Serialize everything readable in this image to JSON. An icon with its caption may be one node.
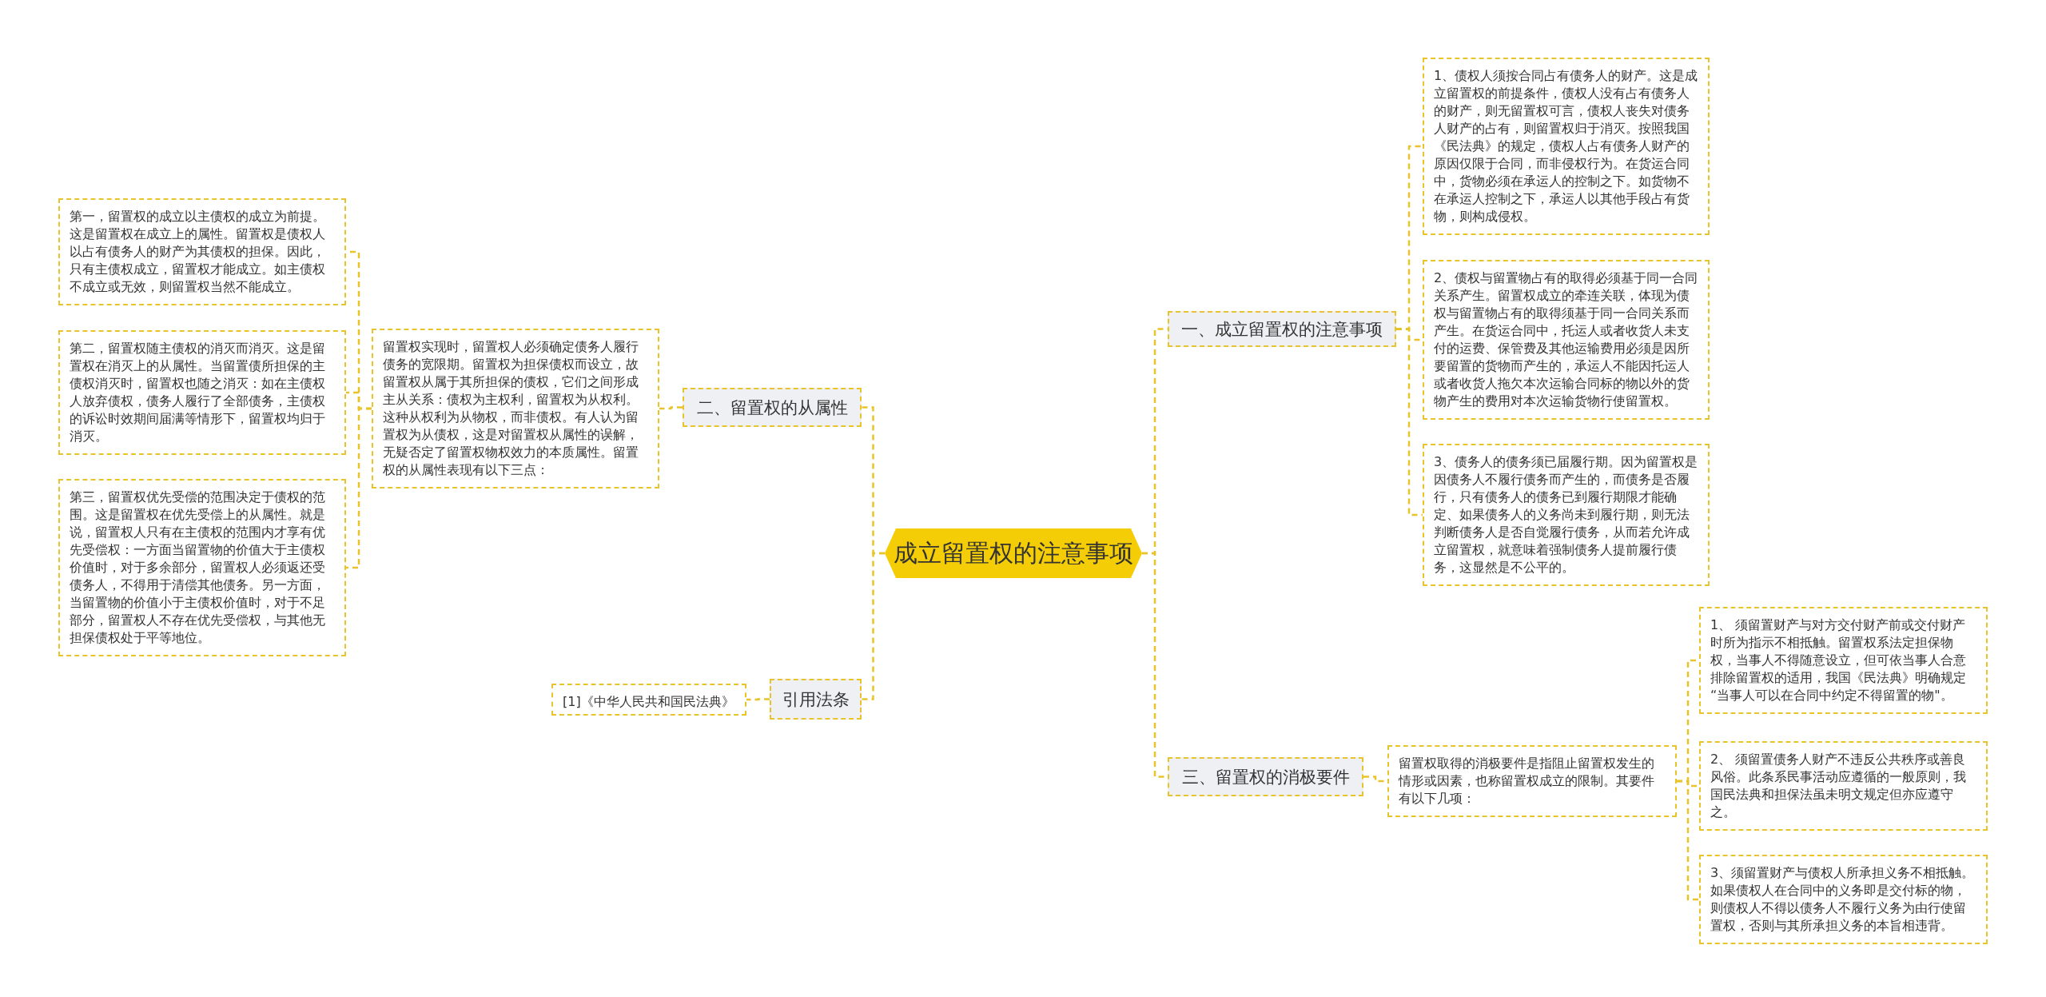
{
  "diagram": {
    "nodes": [
      {
        "text": [
          "成立留置权的注意事项"
        ]
      },
      {
        "text": [
          "二、留置权的从属性"
        ]
      },
      {
        "text": [
          "留置权实现时，留置权人必须确定债务人履行债务的宽限期。留置权为担保债权而设立，故留置权从属于其所担保的债权，它们之间形成主从关系：债权为主权利，留置权为从权利。这种从权利为从物权，而非债权。有人认为留置权为从债权，这是对留置权从属性的误解，无疑否定了留置权物权效力的本质属性。留置权的从属性表现有以下三点："
        ]
      },
      {
        "text": [
          "第一，留置权的成立以主债权的成立为前提。这是留置权在成立上的属性。留置权是债权人以占有债务人的财产为其债权的担保。因此，只有主债权成立，留置权才能成立。如主债权不成立或无效，则留置权当然不能成立。"
        ]
      },
      {
        "text": [
          "第二，留置权随主债权的消灭而消灭。这是留置权在消灭上的从属性。当留置债所担保的主债权消灭时，留置权也随之消灭：如在主债权人放弃债权，债务人履行了全部债务，主债权的诉讼时效期间届满等情形下，留置权均归于消灭。"
        ]
      },
      {
        "text": [
          "第三，留置权优先受偿的范围决定于债权的范围。这是留置权在优先受偿上的从属性。就是说，留置权人只有在主债权的范围内才享有优先受偿权：一方面当留置物的价值大于主债权价值时，对于多余部分，留置权人必须返还受债务人，不得用于清偿其他债务。另一方面，当留置物的价值小于主债权价值时，对于不足部分，留置权人不存在优先受偿权，与其他无担保债权处于平等地位。"
        ]
      },
      {
        "text": [
          "引用法条"
        ]
      },
      {
        "text": [
          "[1]《中华人民共和国民法典》"
        ]
      },
      {
        "text": [
          "一、成立留置权的注意事项"
        ]
      },
      {
        "text": [
          "1、债权人须按合同占有债务人的财产。这是成立留置权的前提条件，债权人没有占有债务人的财产，则无留置权可言，债权人丧失对债务人财产的占有，则留置权归于消灭。按照我国《民法典》的规定，债权人占有债务人财产的原因仅限于合同，而非侵权行为。在货运合同中，货物必须在承运人的控制之下。如货物不在承运人控制之下，承运人以其他手段占有货物，则构成侵权。"
        ]
      },
      {
        "text": [
          "2、债权与留置物占有的取得必须基于同一合同关系产生。留置权成立的牵连关联，体现为债权与留置物占有的取得须基于同一合同关系而产生。在货运合同中，托运人或者收货人未支付的运费、保管费及其他运输费用必须是因所要留置的货物而产生的，承运人不能因托运人或者收货人拖欠本次运输合同标的物以外的货物产生的费用对本次运输货物行使留置权。"
        ]
      },
      {
        "text": [
          "3、债务人的债务须已届履行期。因为留置权是因债务人不履行债务而产生的，而债务是否履行，只有债务人的债务已到履行期限才能确定、如果债务人的义务尚未到履行期，则无法判断债务人是否自觉履行债务，从而若允许成立留置权，就意味着强制债务人提前履行债务，这显然是不公平的。"
        ]
      },
      {
        "text": [
          "三、留置权的消极要件"
        ]
      },
      {
        "text": [
          "留置权取得的消极要件是指阻止留置权发生的情形或因素，也称留置权成立的限制。其要件有以下几项："
        ]
      },
      {
        "text": [
          "1、 须留置财产与对方交付财产前或交付财产时所为指示不相抵触。留置权系法定担保物权，当事人不得随意设立，但可依当事人合意排除留置权的适用，我国《民法典》明确规定 “当事人可以在合同中约定不得留置的物\"。"
        ]
      },
      {
        "text": [
          "2、 须留置债务人财产不违反公共秩序或善良风俗。此条系民事活动应遵循的一般原则，我国民法典和担保法虽未明文规定但亦应遵守之。"
        ]
      },
      {
        "text": [
          "3、须留置财产与债权人所承担义务不相抵触。如果债权人在合同中的义务即是交付标的物，则债权人不得以债务人不履行义务为由行使留置权，否则与其所承担义务的本旨相违背。"
        ]
      }
    ],
    "edges": [
      {
        "from": 0,
        "to": 1,
        "arrow": "none"
      },
      {
        "from": 1,
        "to": 2,
        "arrow": "none"
      },
      {
        "from": 2,
        "to": 3,
        "arrow": "none"
      },
      {
        "from": 2,
        "to": 4,
        "arrow": "none"
      },
      {
        "from": 2,
        "to": 5,
        "arrow": "none"
      },
      {
        "from": 0,
        "to": 6,
        "arrow": "none"
      },
      {
        "from": 6,
        "to": 7,
        "arrow": "none"
      },
      {
        "from": 0,
        "to": 8,
        "arrow": "none"
      },
      {
        "from": 8,
        "to": 9,
        "arrow": "none"
      },
      {
        "from": 8,
        "to": 10,
        "arrow": "none"
      },
      {
        "from": 8,
        "to": 11,
        "arrow": "none"
      },
      {
        "from": 0,
        "to": 12,
        "arrow": "none"
      },
      {
        "from": 12,
        "to": 13,
        "arrow": "none"
      },
      {
        "from": 13,
        "to": 14,
        "arrow": "none"
      },
      {
        "from": 13,
        "to": 15,
        "arrow": "none"
      },
      {
        "from": 13,
        "to": 16,
        "arrow": "none"
      }
    ]
  }
}
